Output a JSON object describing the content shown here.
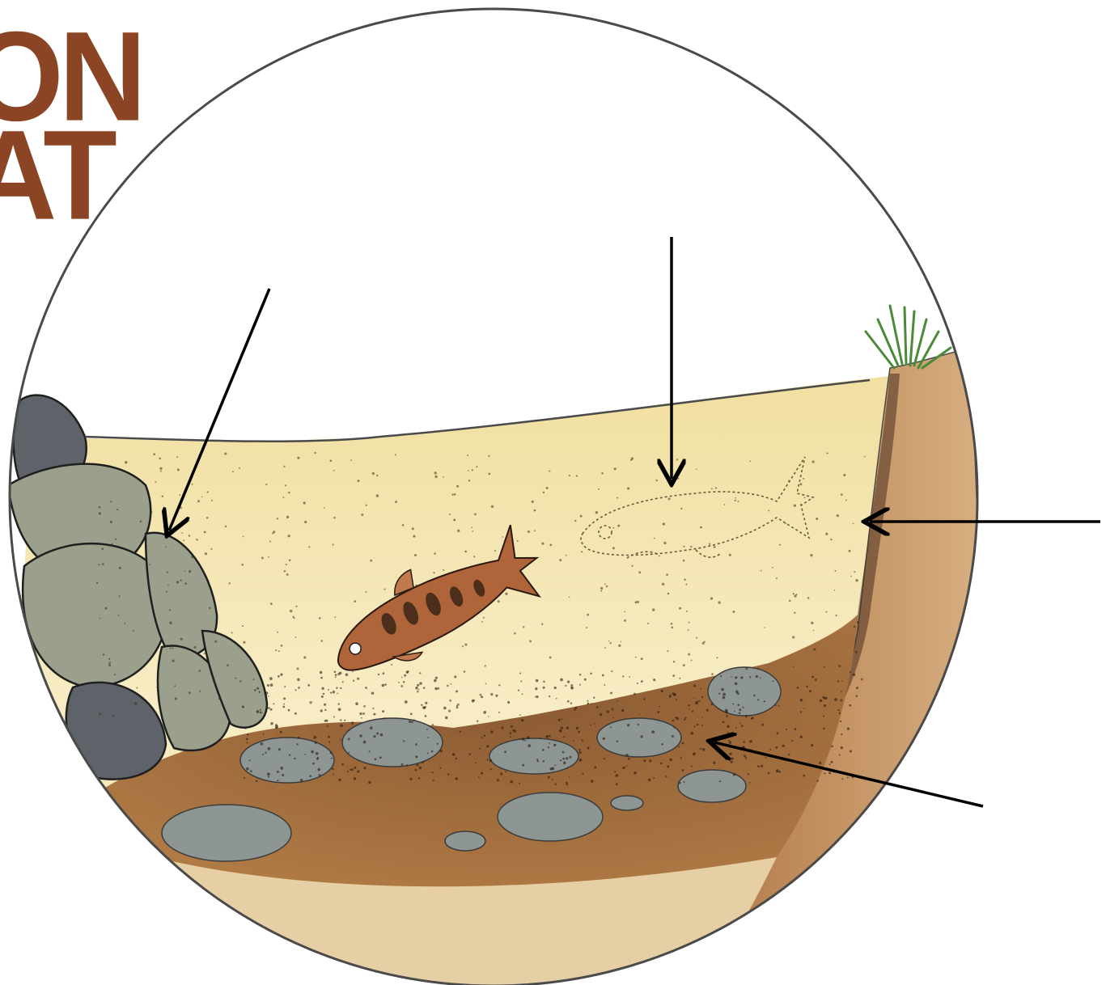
{
  "title_lines": [
    "ON",
    "AT"
  ],
  "colors": {
    "title": "#8B4424",
    "outline": "#4a4a4a",
    "water": "#f1dfa0",
    "water_light": "#f7ecc4",
    "sediment": "#8a5a32",
    "bank": "#b27a48",
    "rock": "#9aa08c",
    "rock_dark": "#5d6368",
    "pebble": "#8d9693",
    "trout_body": "#b0643a",
    "grass": "#4c8a3a",
    "arrow": "#000000"
  },
  "icons": {
    "arrows": [
      "arrow-to-rocks",
      "arrow-to-hidden-fish",
      "arrow-to-undercut-bank",
      "arrow-to-gravel-bed"
    ],
    "fish": [
      "juvenile-trout",
      "camouflaged-fish-outline"
    ]
  }
}
